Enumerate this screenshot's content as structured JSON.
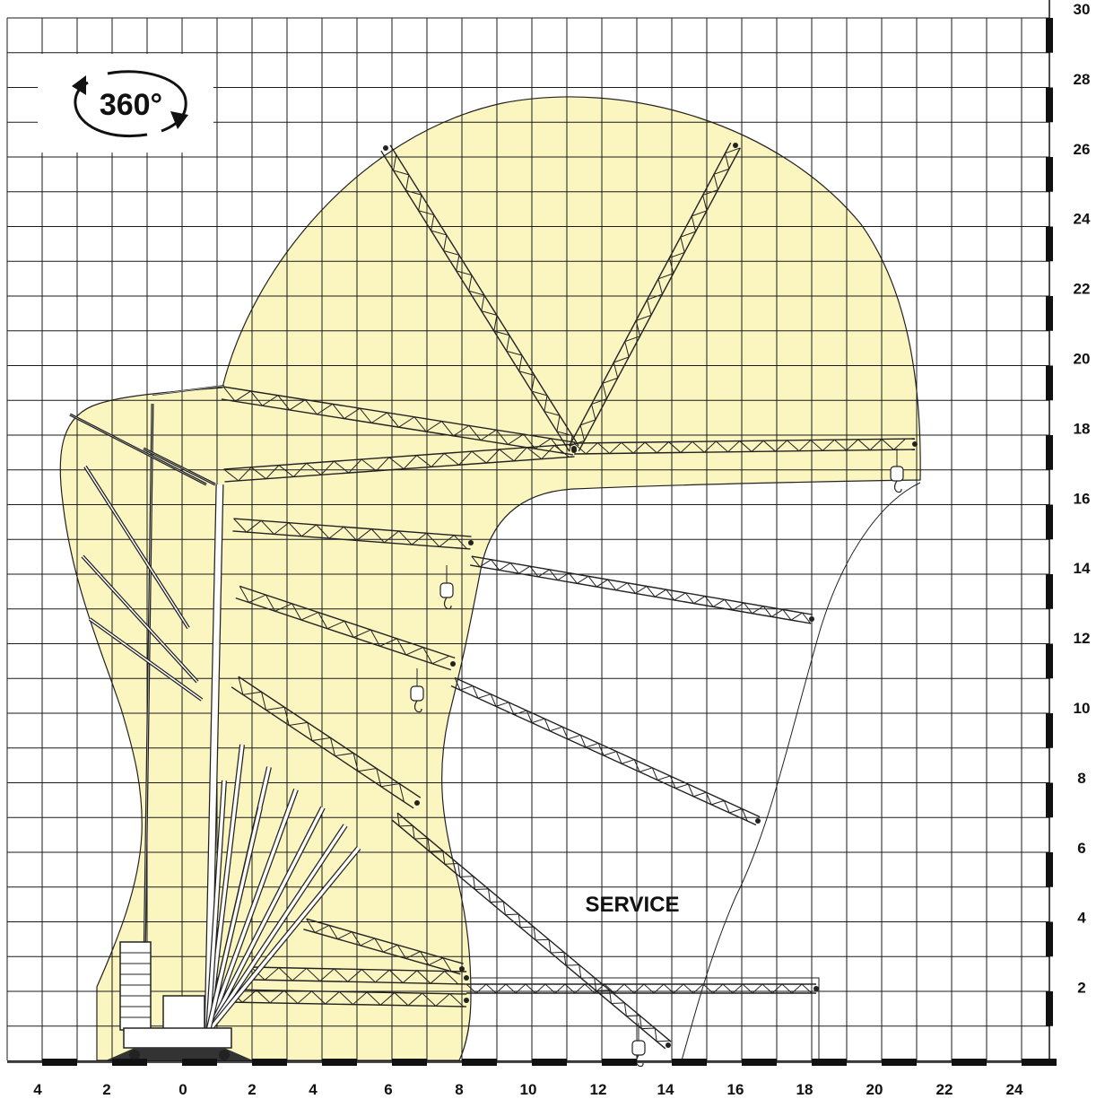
{
  "badge": {
    "text": "360°",
    "icon": "rotation-arrows-icon"
  },
  "service_label": "SERVICE",
  "x_axis": {
    "labels": [
      "4",
      "2",
      "0",
      "2",
      "4",
      "6",
      "8",
      "10",
      "12",
      "14",
      "16",
      "18",
      "20",
      "22",
      "24"
    ]
  },
  "y_axis": {
    "labels": [
      "30",
      "28",
      "26",
      "24",
      "22",
      "20",
      "18",
      "16",
      "14",
      "12",
      "10",
      "8",
      "6",
      "4",
      "2"
    ]
  },
  "colors": {
    "working_area": "#fbf5c0",
    "grid": "#1a1a1a",
    "scale_bar": "#111111",
    "boom": "#222222"
  }
}
